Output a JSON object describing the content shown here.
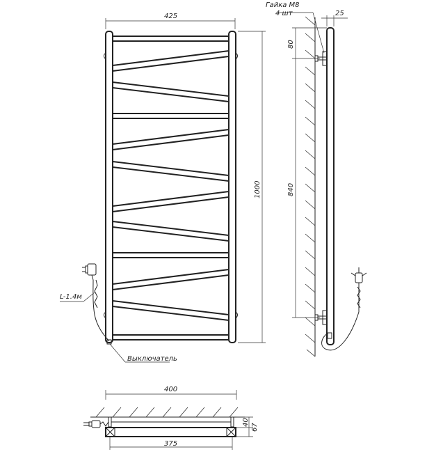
{
  "front_view": {
    "width_label": "425",
    "height_label": "1000",
    "cable_label": "L-1.4м",
    "switch_label": "Выключатель"
  },
  "side_view": {
    "nut_label": "Гайка М8",
    "nut_count_label": "4 шт",
    "depth_label": "25",
    "top_offset_label": "80",
    "mount_spacing_label": "840"
  },
  "top_view": {
    "overall_width_label": "400",
    "mount_width_label": "375",
    "depth_inner_label": "40",
    "depth_outer_label": "67"
  }
}
